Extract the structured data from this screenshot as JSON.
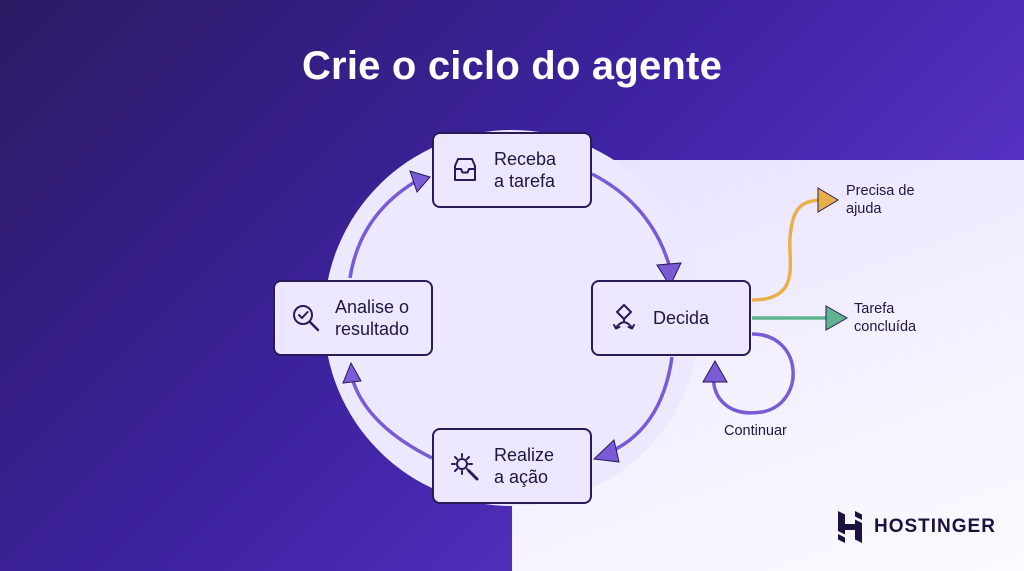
{
  "title": "Crie o ciclo do agente",
  "nodes": {
    "receive": {
      "line1": "Receba",
      "line2": "a tarefa",
      "icon": "inbox-icon"
    },
    "decide": {
      "line1": "Decida",
      "icon": "decision-icon"
    },
    "act": {
      "line1": "Realize",
      "line2": "a ação",
      "icon": "gear-wrench-icon"
    },
    "analyze": {
      "line1": "Analise o",
      "line2": "resultado",
      "icon": "search-check-icon"
    }
  },
  "branches": {
    "help": {
      "line1": "Precisa de",
      "line2": "ajuda",
      "color": "#e9b04a"
    },
    "done": {
      "line1": "Tarefa",
      "line2": "concluída",
      "color": "#5fb591"
    },
    "continue": {
      "label": "Continuar",
      "color": "#7a5bd6"
    }
  },
  "colors": {
    "cycle_arrow": "#7a5bd6",
    "node_border": "#2a1a57",
    "node_fill": "#ece7ff"
  },
  "brand": {
    "name": "HOSTINGER",
    "icon": "hostinger-logo-icon"
  }
}
